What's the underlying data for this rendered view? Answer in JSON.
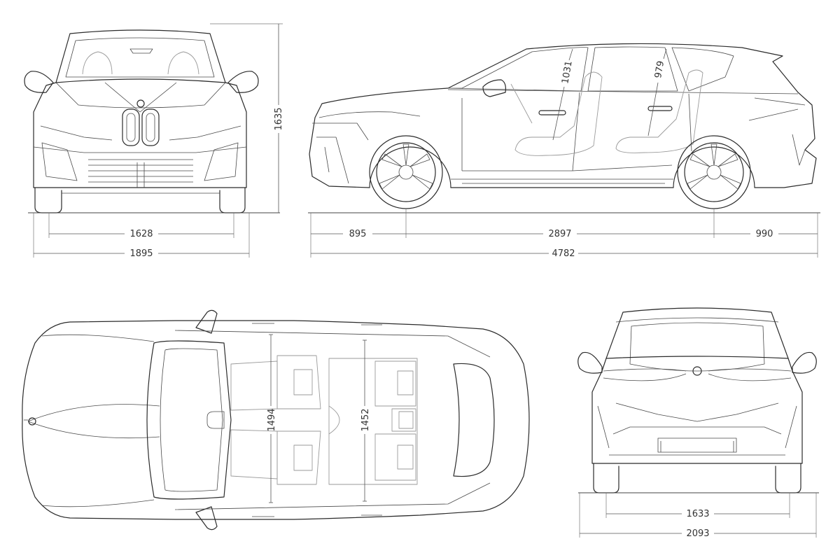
{
  "dimensions": {
    "front_track": "1628",
    "front_width": "1895",
    "height": "1635",
    "front_overhang": "895",
    "wheelbase": "2897",
    "rear_overhang": "990",
    "length": "4782",
    "front_headroom": "1031",
    "rear_headroom": "979",
    "front_shoulder": "1494",
    "rear_shoulder": "1452",
    "rear_track": "1633",
    "rear_width_mirrors": "2093"
  },
  "colors": {
    "line": "#2b2b2b",
    "interior": "#9a9a9a",
    "dimension": "#555555"
  }
}
